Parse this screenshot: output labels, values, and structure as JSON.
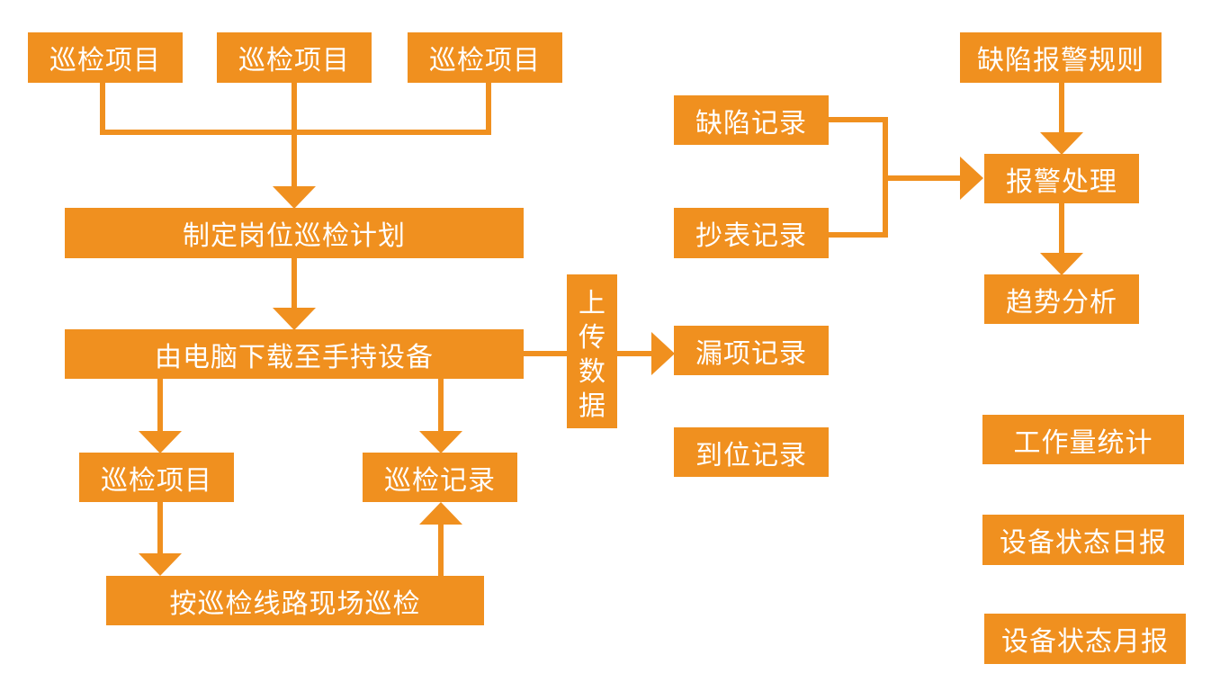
{
  "colors": {
    "box": "#F0901F",
    "text": "#FFFFFF",
    "line": "#F0901F"
  },
  "nodes": {
    "item1": "巡检项目",
    "item2": "巡检项目",
    "item3": "巡检项目",
    "plan": "制定岗位巡检计划",
    "download": "由电脑下载至手持设备",
    "item_left": "巡检项目",
    "record": "巡检记录",
    "route": "按巡检线路现场巡检",
    "upload": "上传数据",
    "defect_record": "缺陷记录",
    "meter_record": "抄表记录",
    "missed_record": "漏项记录",
    "arrival_record": "到位记录",
    "alarm_rule": "缺陷报警规则",
    "alarm_handle": "报警处理",
    "trend": "趋势分析",
    "workload": "工作量统计",
    "daily_report": "设备状态日报",
    "monthly_report": "设备状态月报"
  }
}
